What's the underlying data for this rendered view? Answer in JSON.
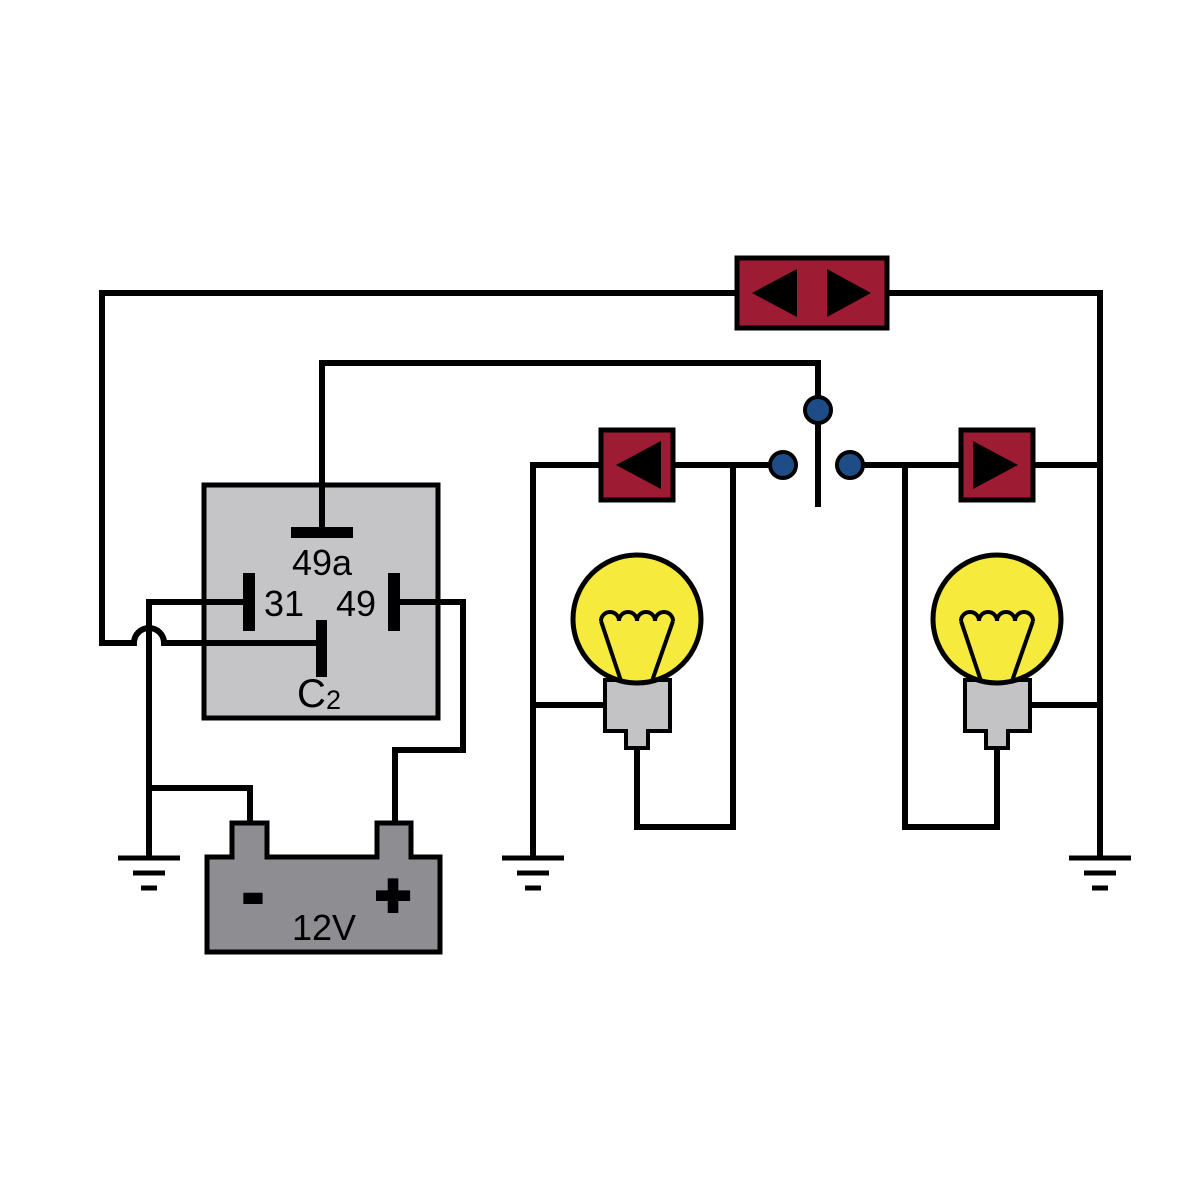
{
  "colors": {
    "background": "#ffffff",
    "line": "#000000",
    "indicator_red": "#9d1c33",
    "switch_blue": "#1e4c87",
    "bulb_yellow": "#f6eb3d",
    "relay_gray": "#c5c5c8",
    "bulb_base_gray": "#c3c3c6",
    "battery_gray": "#8e8e92"
  },
  "relay": {
    "pin_top": "49a",
    "pin_left": "31",
    "pin_right": "49",
    "pin_bottom_main": "C",
    "pin_bottom_sub": "2"
  },
  "battery": {
    "negative_label": "-",
    "positive_label": "+",
    "voltage_label": "12V"
  }
}
